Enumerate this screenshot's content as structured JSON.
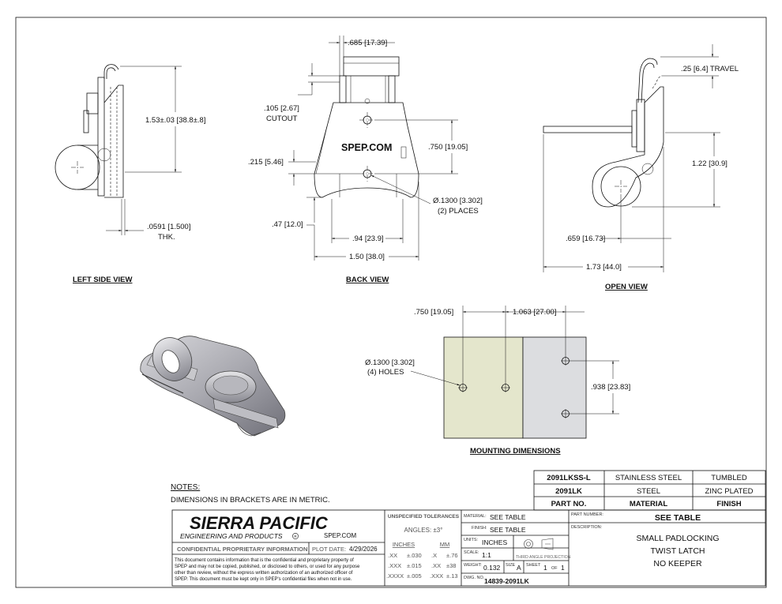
{
  "views": {
    "left_side": {
      "title": "LEFT SIDE VIEW",
      "height": "1.53±.03",
      "height_mm": "38.8±.8",
      "thk": ".0591",
      "thk_mm": "1.500",
      "thk_label": "THK."
    },
    "back": {
      "title": "BACK VIEW",
      "logo": "SPEP.COM",
      "top_width": ".685",
      "top_width_mm": "17.39",
      "cutout": ".105",
      "cutout_mm": "2.67",
      "cutout_label": "CUTOUT",
      "hole_pitch": ".750",
      "hole_pitch_mm": "19.05",
      "hole_offset": ".215",
      "hole_offset_mm": "5.46",
      "hole_dia": "Ø.1300",
      "hole_dia_mm": "3.302",
      "hole_places": "(2) PLACES",
      "bottom_h": ".47",
      "bottom_h_mm": "12.0",
      "inner_w": ".94",
      "inner_w_mm": "23.9",
      "overall_w": "1.50",
      "overall_w_mm": "38.0"
    },
    "open": {
      "title": "OPEN VIEW",
      "travel": ".25",
      "travel_mm": "6.4",
      "travel_label": "TRAVEL",
      "height": "1.22",
      "height_mm": "30.9",
      "offset": ".659",
      "offset_mm": "16.73",
      "length": "1.73",
      "length_mm": "44.0"
    },
    "mounting": {
      "title": "MOUNTING DIMENSIONS",
      "pitch1": ".750",
      "pitch1_mm": "19.05",
      "pitch2": "1.063",
      "pitch2_mm": "27.00",
      "holes": "Ø.1300",
      "holes_mm": "3.302",
      "holes_label": "(4) HOLES",
      "vpitch": ".938",
      "vpitch_mm": "23.83"
    }
  },
  "notes": {
    "heading": "NOTES:",
    "line1": "DIMENSIONS IN BRACKETS ARE IN METRIC."
  },
  "parts_table": {
    "rows": [
      [
        "2091LKSS-L",
        "STAINLESS STEEL",
        "TUMBLED"
      ],
      [
        "2091LK",
        "STEEL",
        "ZINC PLATED"
      ]
    ],
    "headers": [
      "PART NO.",
      "MATERIAL",
      "FINISH"
    ]
  },
  "title_block": {
    "company": "SIERRA PACIFIC",
    "company_sub": "ENGINEERING AND PRODUCTS",
    "reg_mark": "R",
    "web": "SPEP.COM",
    "confidential": "CONFIDENTIAL PROPRIETARY INFORMATION",
    "plot_label": "PLOT DATE:",
    "plot_date": "4/29/2026",
    "disclaimer": [
      "This document contains information that is the confidential and proprietary property of",
      "SPEP and may not be copied, published, or disclosed to others, or used for any purpose",
      "other than review, without the express written authorization of an authorized officer of",
      "SPEP. This document must be kept only in SPEP's confidential files when not in use."
    ],
    "tol_heading": "UNSPECIFIED TOLERANCES",
    "angles": "ANGLES: ±3°",
    "inches": "INCHES",
    "mm": "MM",
    "tol_rows": [
      [
        ".XX",
        "±.030",
        ".X",
        "±.76"
      ],
      [
        ".XXX",
        "±.015",
        ".XX",
        "±38"
      ],
      [
        ".XXXX",
        "±.005",
        ".XXX",
        "±.13"
      ]
    ],
    "material_label": "MATERIAL:",
    "material": "SEE TABLE",
    "finish_label": "FINISH:",
    "finish": "SEE TABLE",
    "units_label": "UNITS:",
    "units": "INCHES",
    "scale_label": "SCALE:",
    "scale": "1:1",
    "projection": "THIRD ANGLE PROJECTION",
    "weight_label": "WEIGHT:",
    "weight": "0.132",
    "size_label": "SIZE",
    "size": "A",
    "sheet_label": "SHEET",
    "sheet": "1",
    "of_label": "OF",
    "sheets": "1",
    "dwg_label": "DWG. NO.",
    "dwg": "14839-2091LK",
    "partnum_label": "PART NUMBER:",
    "partnum": "SEE TABLE",
    "desc_label": "DESCRIPTION:",
    "desc": [
      "SMALL PADLOCKING",
      "TWIST LATCH",
      "NO KEEPER"
    ]
  }
}
